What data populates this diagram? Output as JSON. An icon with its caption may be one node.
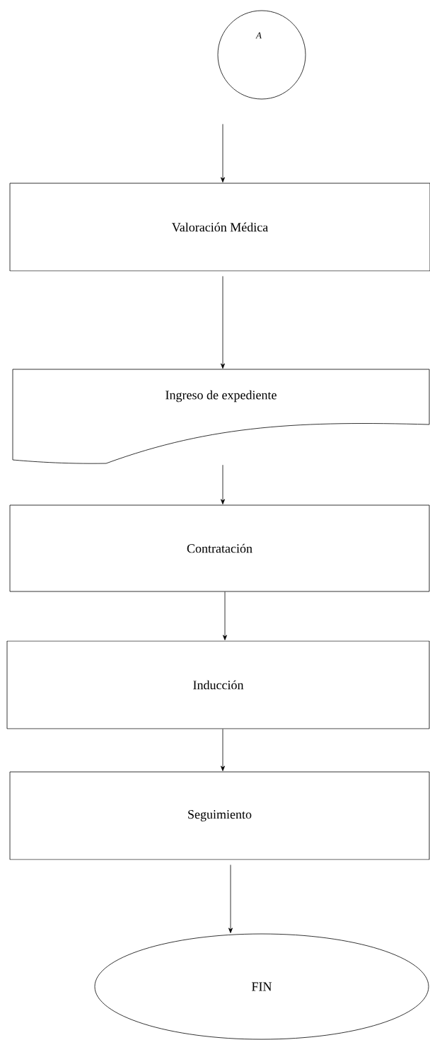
{
  "diagram": {
    "nodes": [
      {
        "text": [
          "A"
        ]
      },
      {
        "text": [
          "Valoración Médica"
        ]
      },
      {
        "text": [
          "Ingreso de expediente"
        ]
      },
      {
        "text": [
          "Contratación"
        ]
      },
      {
        "text": [
          "Inducción"
        ]
      },
      {
        "text": [
          "Seguimiento"
        ]
      },
      {
        "text": [
          "FIN"
        ]
      }
    ],
    "edges": [
      {
        "from": 0,
        "to": 1,
        "arrow": "to"
      },
      {
        "from": 1,
        "to": 2,
        "arrow": "to"
      },
      {
        "from": 2,
        "to": 3,
        "arrow": "to"
      },
      {
        "from": 3,
        "to": 4,
        "arrow": "to"
      },
      {
        "from": 4,
        "to": 5,
        "arrow": "to"
      },
      {
        "from": 5,
        "to": 6,
        "arrow": "to"
      }
    ]
  }
}
